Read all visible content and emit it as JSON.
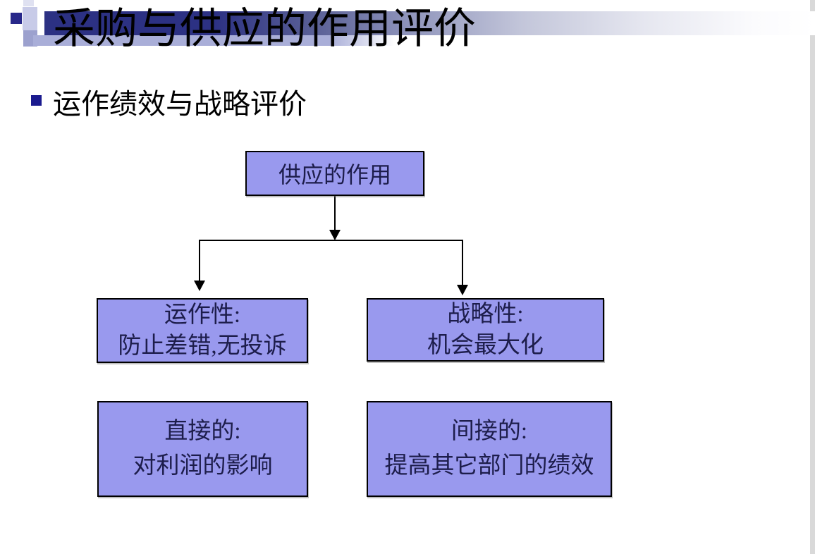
{
  "slide": {
    "title": "采购与供应的作用评价",
    "bullet": "运作绩效与战略评价"
  },
  "diagram": {
    "root": {
      "label": "供应的作用"
    },
    "mid_left": {
      "line1": "运作性:",
      "line2": "防止差错,无投诉"
    },
    "mid_right": {
      "line1": "战略性:",
      "line2": "机会最大化"
    },
    "bottom_left": {
      "line1": "直接的:",
      "line2": "对利润的影响"
    },
    "bottom_right": {
      "line1": "间接的:",
      "line2": "提高其它部门的绩效"
    }
  },
  "colors": {
    "box_fill": "#9999ee",
    "box_border": "#000000",
    "box_text": "#1d1d4b",
    "title_bar_navy": "#2c3183",
    "title_strip_lavender": "#a9aed8",
    "bullet_square_navy": "#1b1b8f",
    "deco_navy": "#28288a",
    "deco_pale": "#c8cbe8",
    "deco_mid": "#9ca1ce",
    "edge_strip_gray": "#d9d9d9",
    "connector_black": "#000000"
  }
}
